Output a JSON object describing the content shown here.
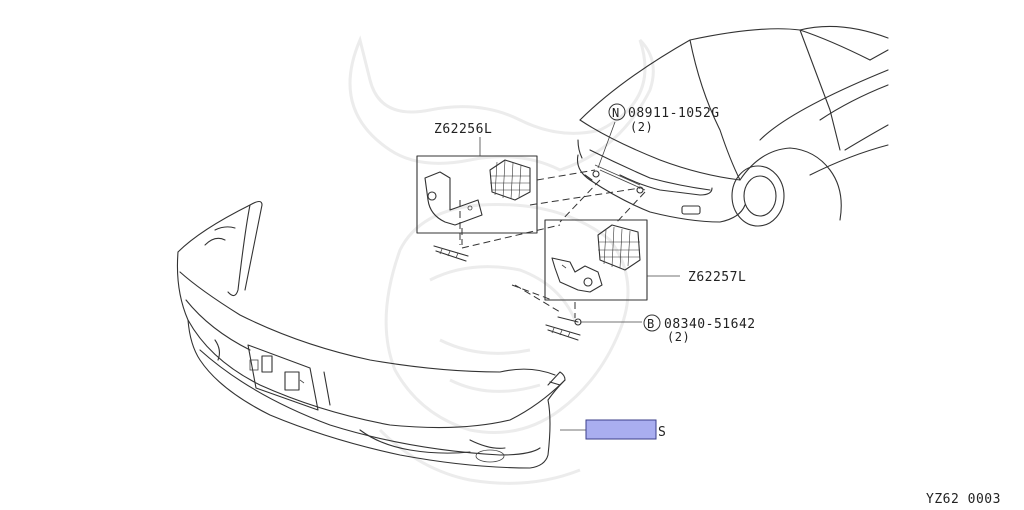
{
  "parts": {
    "bracket_left": {
      "number": "Z62256L"
    },
    "bracket_right": {
      "number": "Z62257L"
    },
    "clip_nut": {
      "marker": "N",
      "number": "08911-1052G",
      "qty": "(2)"
    },
    "bolt": {
      "marker": "B",
      "number": "08340-51642",
      "qty": "(2)"
    },
    "bumper_fascia": {
      "suffix": "S",
      "highlight_color": "#a9aef0"
    }
  },
  "diagram_code": "YZ62 0003",
  "colors": {
    "line": "#333333",
    "watermark": "#ececec",
    "highlight": "#a9aef0",
    "highlight_border": "#3b3f8a"
  }
}
